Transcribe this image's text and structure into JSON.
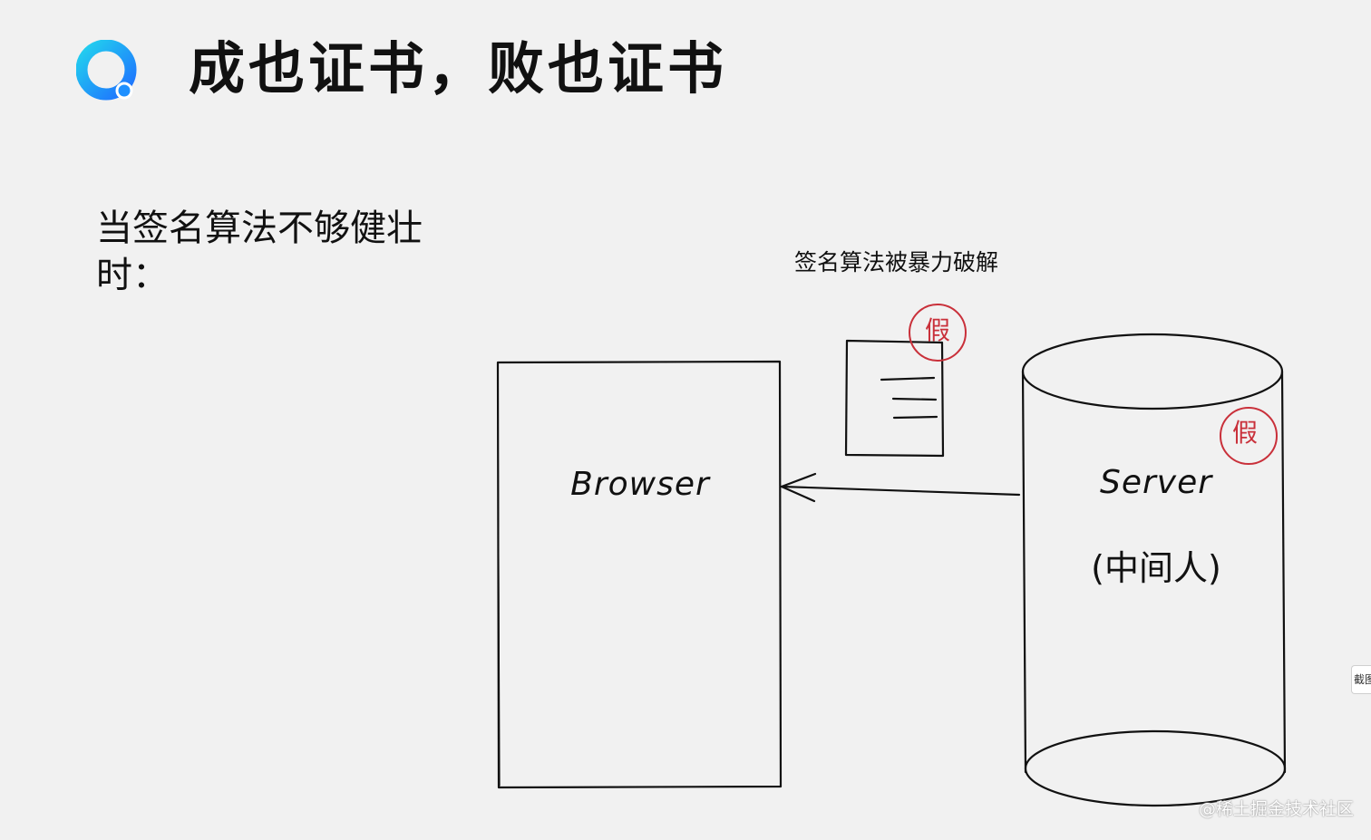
{
  "slide": {
    "title": "成也证书，败也证书",
    "subtitle": "当签名算法不够健壮时：",
    "caption": "签名算法被暴力破解"
  },
  "diagram": {
    "browser_label": "Browser",
    "server_label": "Server",
    "server_sublabel": "(中间人)",
    "stamp_label": "假"
  },
  "watermark": "@稀土掘金技术社区",
  "side_tab_label": "截图",
  "colors": {
    "background": "#f1f1f1",
    "ink": "#111111",
    "stamp": "#c9303a",
    "logo_blue": "#1e90ff",
    "logo_cyan": "#22d3ee"
  },
  "icons": {
    "logo": "app-logo-icon",
    "document": "certificate-document-icon",
    "arrow": "arrow-left-icon"
  }
}
